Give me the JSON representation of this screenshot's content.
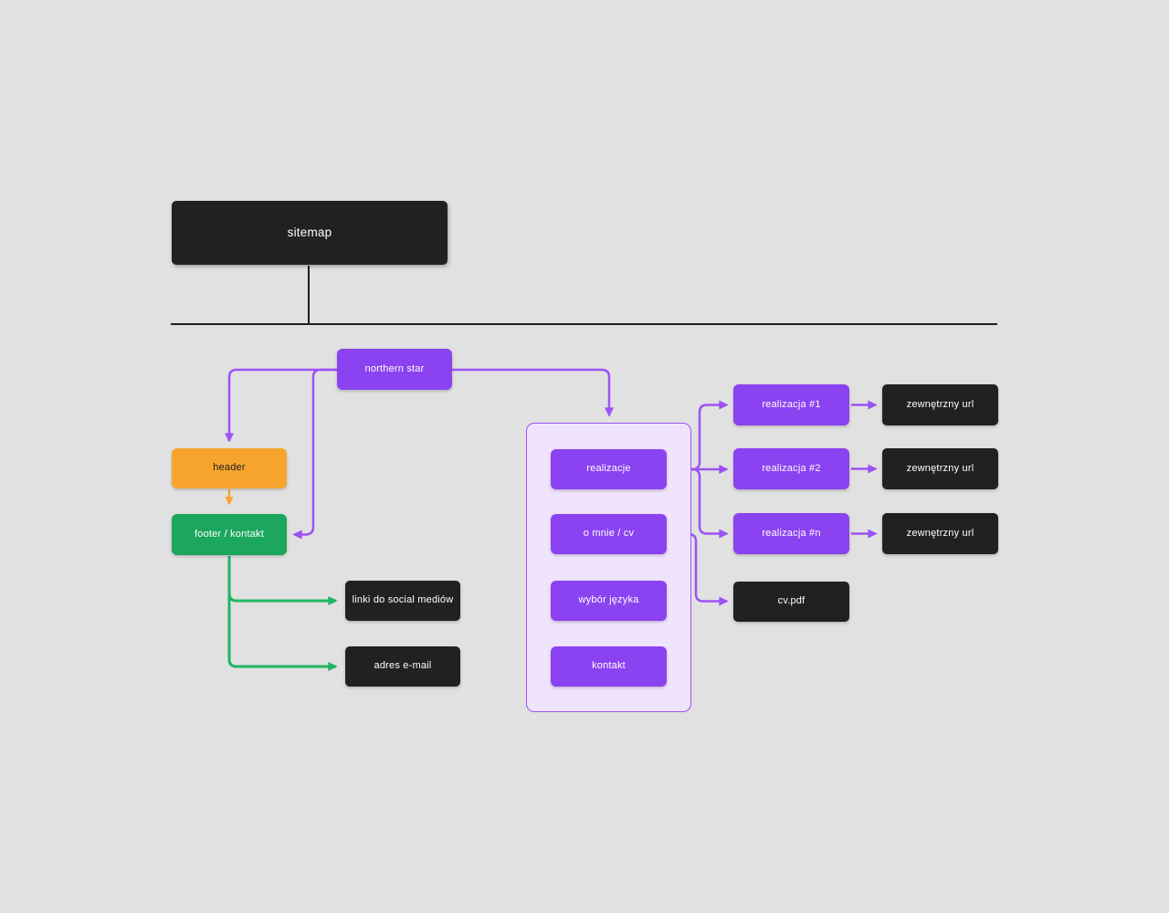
{
  "colors": {
    "canvas_bg": "#e1e1e1",
    "dark_node": "#212121",
    "purple_node": "#8b42f0",
    "purple_wire": "#9b52f5",
    "purple_group_fill": "#f0e3fe",
    "purple_group_border": "#9a53f2",
    "orange_node": "#f6a42d",
    "green_node": "#1ca75e",
    "green_wire": "#1fb564",
    "tree_line": "#1e1e1e",
    "text_light": "#ffffff",
    "text_dark": "#1e1e1e"
  },
  "sitemap": {
    "label": "sitemap"
  },
  "northern_star": {
    "label": "northern star"
  },
  "header": {
    "label": "header"
  },
  "footer": {
    "label": "footer / kontakt"
  },
  "social_links": {
    "label": "linki do social mediów"
  },
  "email": {
    "label": "adres e-mail"
  },
  "pages_group": {
    "items": [
      "realizacje",
      "o mnie / cv",
      "wybór języka",
      "kontakt"
    ]
  },
  "realizations": {
    "items": [
      "realizacja #1",
      "realizacja #2",
      "realizacja #n"
    ]
  },
  "external_urls": {
    "items": [
      "zewnętrzny url",
      "zewnętrzny url",
      "zewnętrzny url"
    ]
  },
  "cv_file": {
    "label": "cv.pdf"
  }
}
